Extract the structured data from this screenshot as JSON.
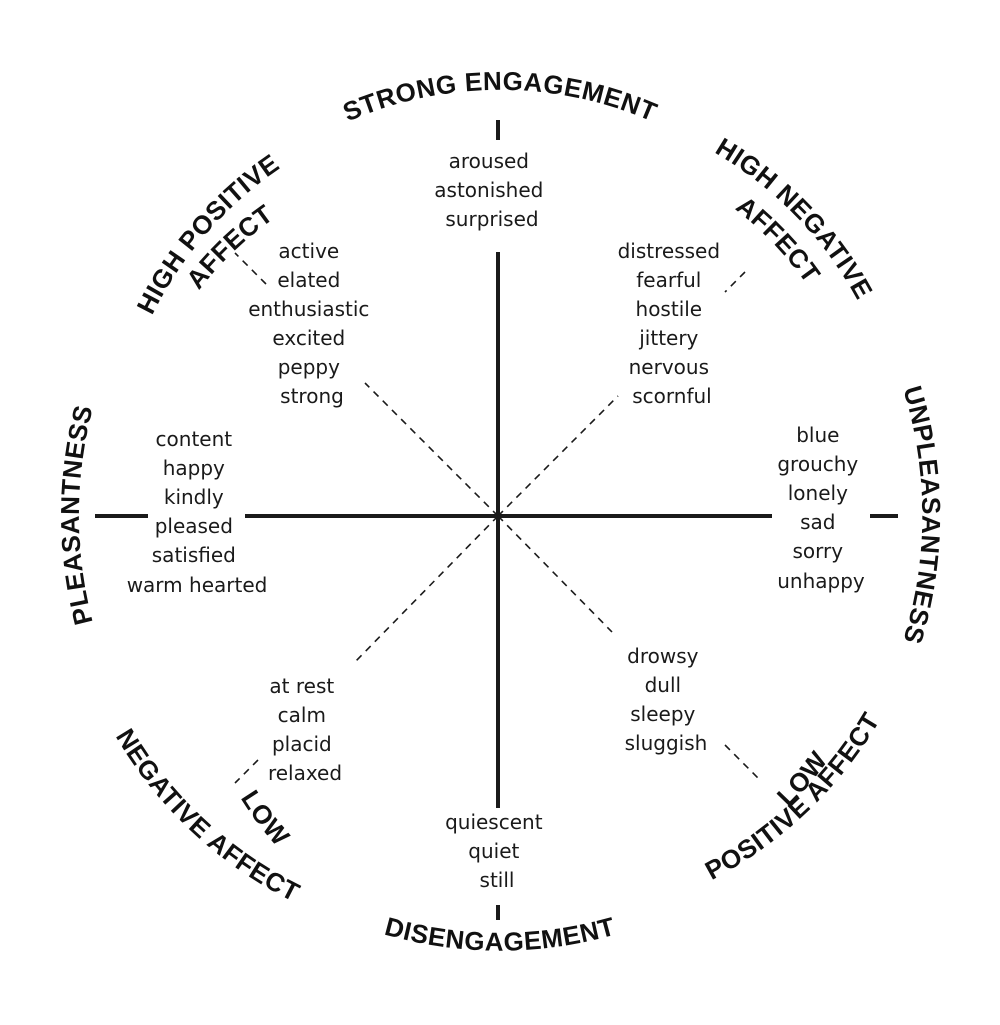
{
  "titles": {
    "top": "STRONG ENGAGEMENT",
    "bottom": "DISENGAGEMENT",
    "left": "PLEASANTNESS",
    "right": "UNPLEASANTNESS",
    "top_left_line1": "HIGH POSITIVE",
    "top_left_line2": "AFFECT",
    "top_right_line1": "HIGH NEGATIVE",
    "top_right_line2": "AFFECT",
    "bottom_left_line1": "LOW",
    "bottom_left_line2": "NEGATIVE AFFECT",
    "bottom_right_line1": "LOW",
    "bottom_right_line2": "POSITIVE AFFECT"
  },
  "groups": {
    "strong_engagement": [
      "aroused",
      "astonished",
      "surprised"
    ],
    "high_positive_affect": [
      "active",
      "elated",
      "enthusiastic",
      "excited",
      "peppy",
      "strong"
    ],
    "high_negative_affect": [
      "distressed",
      "fearful",
      "hostile",
      "jittery",
      "nervous",
      "scornful"
    ],
    "pleasantness": [
      "content",
      "happy",
      "kindly",
      "pleased",
      "satisfied",
      "warm hearted"
    ],
    "unpleasantness": [
      "blue",
      "grouchy",
      "lonely",
      "sad",
      "sorry",
      "unhappy"
    ],
    "low_negative_affect": [
      "at rest",
      "calm",
      "placid",
      "relaxed"
    ],
    "low_positive_affect": [
      "drowsy",
      "dull",
      "sleepy",
      "sluggish"
    ],
    "disengagement": [
      "quiescent",
      "quiet",
      "still"
    ]
  }
}
